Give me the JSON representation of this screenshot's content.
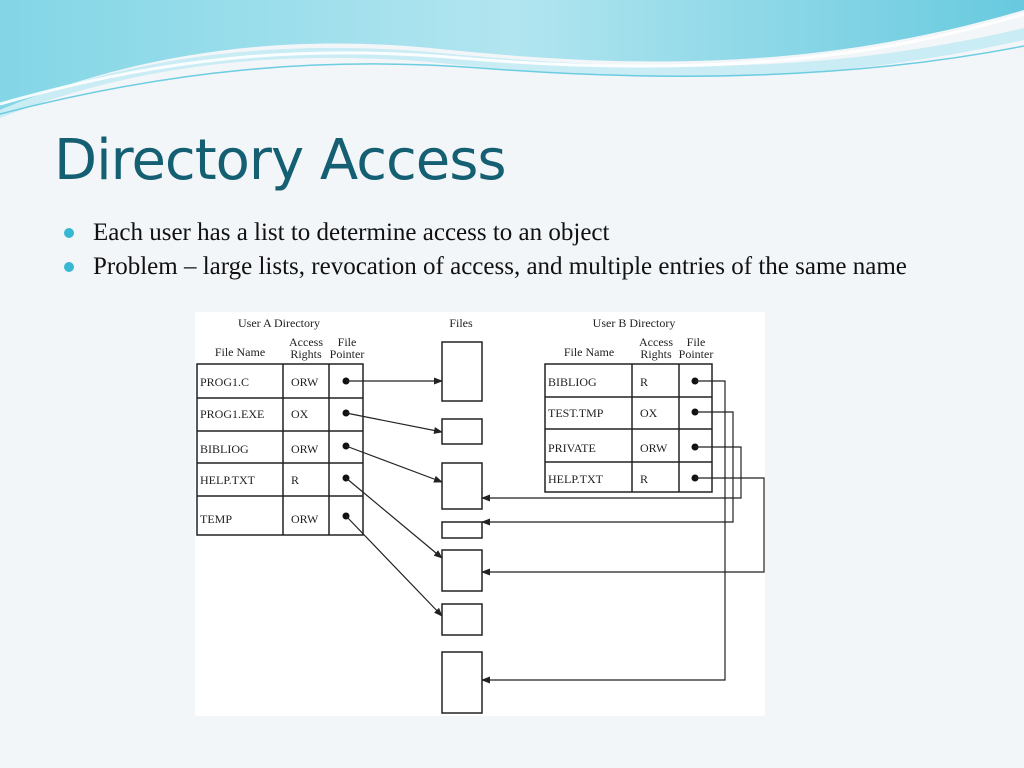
{
  "slide": {
    "title": "Directory Access",
    "bullets": [
      "Each user has a list to determine access to an object",
      "Problem – large lists, revocation of access, and multiple entries of the same name"
    ]
  },
  "diagram": {
    "user_a": {
      "heading": "User A Directory",
      "col_file_name": "File Name",
      "col_access_1": "Access",
      "col_access_2": "Rights",
      "col_pointer_1": "File",
      "col_pointer_2": "Pointer",
      "rows": [
        {
          "name": "PROG1.C",
          "rights": "ORW"
        },
        {
          "name": "PROG1.EXE",
          "rights": "OX"
        },
        {
          "name": "BIBLIOG",
          "rights": "ORW"
        },
        {
          "name": "HELP.TXT",
          "rights": "R"
        },
        {
          "name": "TEMP",
          "rights": "ORW"
        }
      ]
    },
    "files_heading": "Files",
    "user_b": {
      "heading": "User B Directory",
      "col_file_name": "File Name",
      "col_access_1": "Access",
      "col_access_2": "Rights",
      "col_pointer_1": "File",
      "col_pointer_2": "Pointer",
      "rows": [
        {
          "name": "BIBLIOG",
          "rights": "R"
        },
        {
          "name": "TEST.TMP",
          "rights": "OX"
        },
        {
          "name": "PRIVATE",
          "rights": "ORW"
        },
        {
          "name": "HELP.TXT",
          "rights": "R"
        }
      ]
    }
  },
  "colors": {
    "title": "#155f73",
    "bullet": "#36b8d3",
    "wave": "#5ec9df"
  }
}
